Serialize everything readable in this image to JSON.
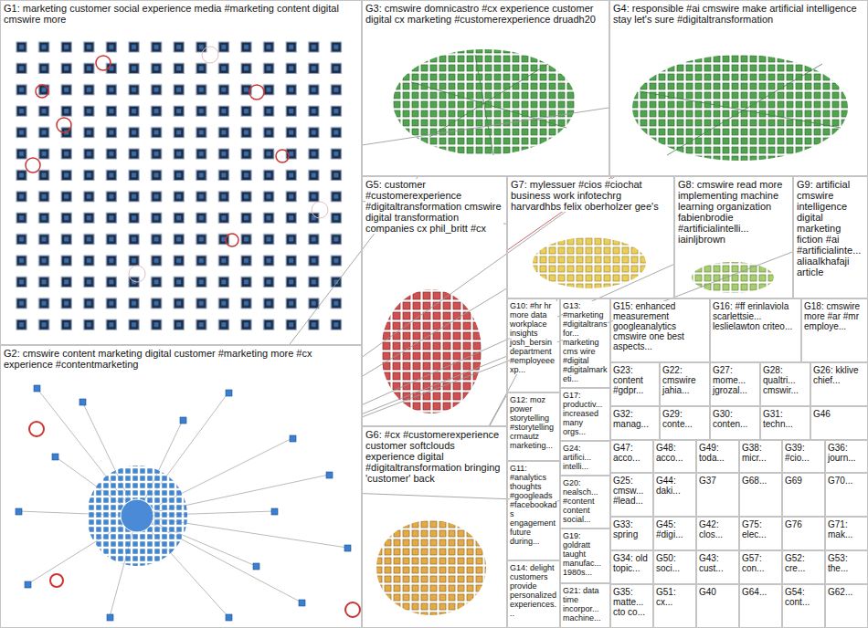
{
  "diagram": {
    "nodes": [
      {
        "text": [
          "G1: marketing customer social experience media #marketing content digital cmswire more"
        ]
      },
      {
        "text": [
          "G2: cmswire content marketing digital customer #marketing more #cx experience #contentmarketing"
        ]
      },
      {
        "text": [
          "G3: cmswire domnicastro #cx experience customer digital cx marketing #customerexperience druadh20"
        ]
      },
      {
        "text": [
          "G4: responsible #ai cmswire make artificial intelligence stay let's sure #digitaltransformation"
        ]
      },
      {
        "text": [
          "G5: customer #customerexperience #digitaltransformation cmswire digital transformation companies cx phil_britt #cx"
        ]
      },
      {
        "text": [
          "G6: #cx #customerexperience customer softclouds experience digital #digitaltransformation bringing 'customer' back"
        ]
      },
      {
        "text": [
          "G7: mylessuer #cios #ciochat business work infotechrg harvardhbs felix oberholzer gee's"
        ]
      },
      {
        "text": [
          "G8: cmswire read more implementing machine learning organization fabienbrodie #artificialintelli... iainljbrown"
        ]
      },
      {
        "text": [
          "G9: artificial cmswire intelligence digital marketing fiction #ai #artificialinte... aliaalkhafaji article"
        ]
      },
      {
        "text": [
          "G10: #hr hr more data workplace insights josh_bersin department #employeeexp..."
        ]
      },
      {
        "text": [
          "G12: moz power storytelling #storytelling crmautz marketing..."
        ]
      },
      {
        "text": [
          "G11: #analytics thoughts #googleads #facebookads engagement future during..."
        ]
      },
      {
        "text": [
          "G14: delight customers provide personalized experiences..."
        ]
      },
      {
        "text": [
          "G13: #marketing #digitaltransfor... marketing cms wire #digital #digitalmarketi..."
        ]
      },
      {
        "text": [
          "G17: productiv... increased many orgs..."
        ]
      },
      {
        "text": [
          "G24: artifici... intelli..."
        ]
      },
      {
        "text": [
          "G20: nealsch... #content content social..."
        ]
      },
      {
        "text": [
          "G19: goldratt taught manufac... 1980s..."
        ]
      },
      {
        "text": [
          "G21: data time incorpor... machine..."
        ]
      },
      {
        "text": [
          "G15: enhanced measurement googleanalytics cmswire one best aspects..."
        ]
      },
      {
        "text": [
          "G16: #ff erinlaviola scarlettsie... leslielawton criteo..."
        ]
      },
      {
        "text": [
          "G18: cmswire more #ar #mr employe..."
        ]
      },
      {
        "text": [
          "G23: content #gdpr..."
        ]
      },
      {
        "text": [
          "G22: cmswire jahia..."
        ]
      },
      {
        "text": [
          "G27: mome... jgrozal..."
        ]
      },
      {
        "text": [
          "G28: qualtri... cmswir..."
        ]
      },
      {
        "text": [
          "G26: kklive chief..."
        ]
      },
      {
        "text": [
          "G32: manag..."
        ]
      },
      {
        "text": [
          "G29: conte..."
        ]
      },
      {
        "text": [
          "G30: conten..."
        ]
      },
      {
        "text": [
          "G31: techn..."
        ]
      },
      {
        "text": [
          "G46"
        ]
      },
      {
        "text": [
          "G47: acco..."
        ]
      },
      {
        "text": [
          "G48: acco..."
        ]
      },
      {
        "text": [
          "G49: toda..."
        ]
      },
      {
        "text": [
          "G38: micr..."
        ]
      },
      {
        "text": [
          "G39: #cio..."
        ]
      },
      {
        "text": [
          "G36: journ..."
        ]
      },
      {
        "text": [
          "G25: cmsw... #lead..."
        ]
      },
      {
        "text": [
          "G44: daki..."
        ]
      },
      {
        "text": [
          "G37"
        ]
      },
      {
        "text": [
          "G68..."
        ]
      },
      {
        "text": [
          "G69"
        ]
      },
      {
        "text": [
          "G70..."
        ]
      },
      {
        "text": [
          "G33: spring"
        ]
      },
      {
        "text": [
          "G45: #digi..."
        ]
      },
      {
        "text": [
          "G42: clos..."
        ]
      },
      {
        "text": [
          "G75: elec..."
        ]
      },
      {
        "text": [
          "G76"
        ]
      },
      {
        "text": [
          "G71: mak..."
        ]
      },
      {
        "text": [
          "G34: old topic..."
        ]
      },
      {
        "text": [
          "G50: soci..."
        ]
      },
      {
        "text": [
          "G43: cust..."
        ]
      },
      {
        "text": [
          "G57: con..."
        ]
      },
      {
        "text": [
          "G52: cre..."
        ]
      },
      {
        "text": [
          "G53: the..."
        ]
      },
      {
        "text": [
          "G35: matte... cto co..."
        ]
      },
      {
        "text": [
          "G51: cx..."
        ]
      },
      {
        "text": [
          "G40"
        ]
      },
      {
        "text": [
          "G64..."
        ]
      },
      {
        "text": [
          "G54: cont..."
        ]
      },
      {
        "text": [
          "G62..."
        ]
      }
    ],
    "edges": [
      {
        "from": 1,
        "to": 2,
        "arrow": "none"
      },
      {
        "from": 1,
        "to": 3,
        "arrow": "none"
      },
      {
        "from": 1,
        "to": 6,
        "arrow": "none"
      },
      {
        "from": 1,
        "to": 7,
        "arrow": "none"
      },
      {
        "from": 1,
        "to": 8,
        "arrow": "none"
      },
      {
        "from": 1,
        "to": 9,
        "arrow": "none"
      },
      {
        "from": 1,
        "to": 16,
        "arrow": "none"
      },
      {
        "from": 4,
        "to": 3,
        "arrow": "none"
      },
      {
        "from": 5,
        "to": 6,
        "arrow": "none"
      },
      {
        "from": 0,
        "to": 6,
        "arrow": "none"
      },
      {
        "from": 0,
        "to": 3,
        "arrow": "none"
      },
      {
        "from": 5,
        "to": 9,
        "arrow": "none"
      }
    ]
  }
}
